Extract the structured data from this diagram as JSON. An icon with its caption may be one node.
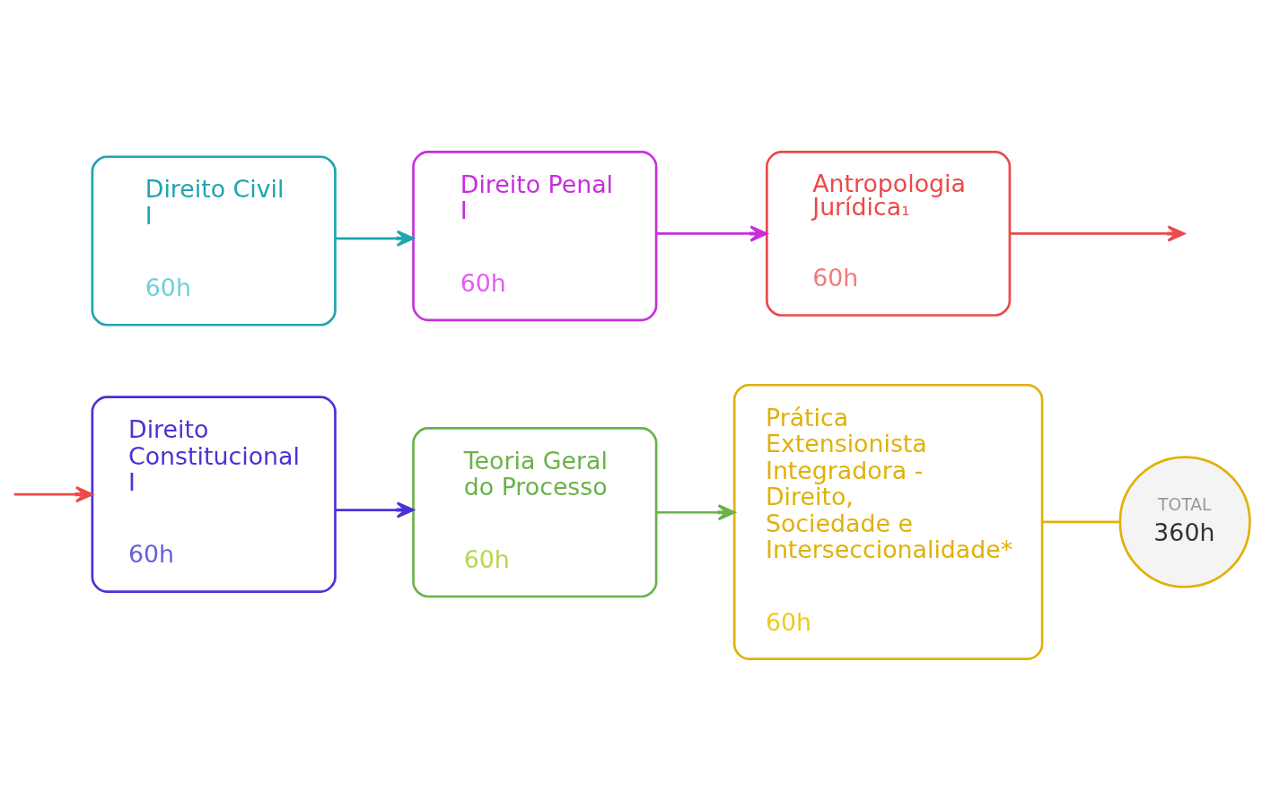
{
  "diagram": {
    "nodes": [
      {
        "text": [
          "Direito Civil I",
          "60h"
        ]
      },
      {
        "text": [
          "Direito Penal I",
          "60h"
        ]
      },
      {
        "text": [
          "Antropologia Jurídica$^{1}$",
          "60h"
        ]
      },
      {
        "text": [
          "Direito Constitucional I",
          "60h"
        ]
      },
      {
        "text": [
          "Teoria Geral do Processo",
          "60h"
        ]
      },
      {
        "text": [
          "Prática Extensionista Integradora - Direito, Sociedade e Interseccionalidade*",
          "60h"
        ]
      },
      {
        "text": [
          "TOTAL",
          "360h"
        ]
      }
    ],
    "edges": [
      {
        "from": 0,
        "to": 1,
        "arrow": "to",
        "color": "#1fa5b0"
      },
      {
        "from": 1,
        "to": 2,
        "arrow": "to",
        "color": "#c62fdc"
      },
      {
        "from": 2,
        "to": null,
        "arrow": "to",
        "color": "#ea4a4a"
      },
      {
        "from": null,
        "to": 3,
        "arrow": "to",
        "color": "#ea4a4a"
      },
      {
        "from": 3,
        "to": 4,
        "arrow": "to",
        "color": "#4b32d6"
      },
      {
        "from": 4,
        "to": 5,
        "arrow": "to",
        "color": "#6ab24a"
      },
      {
        "from": 5,
        "to": 6,
        "arrow": "none",
        "color": "#e0b10a"
      }
    ]
  }
}
